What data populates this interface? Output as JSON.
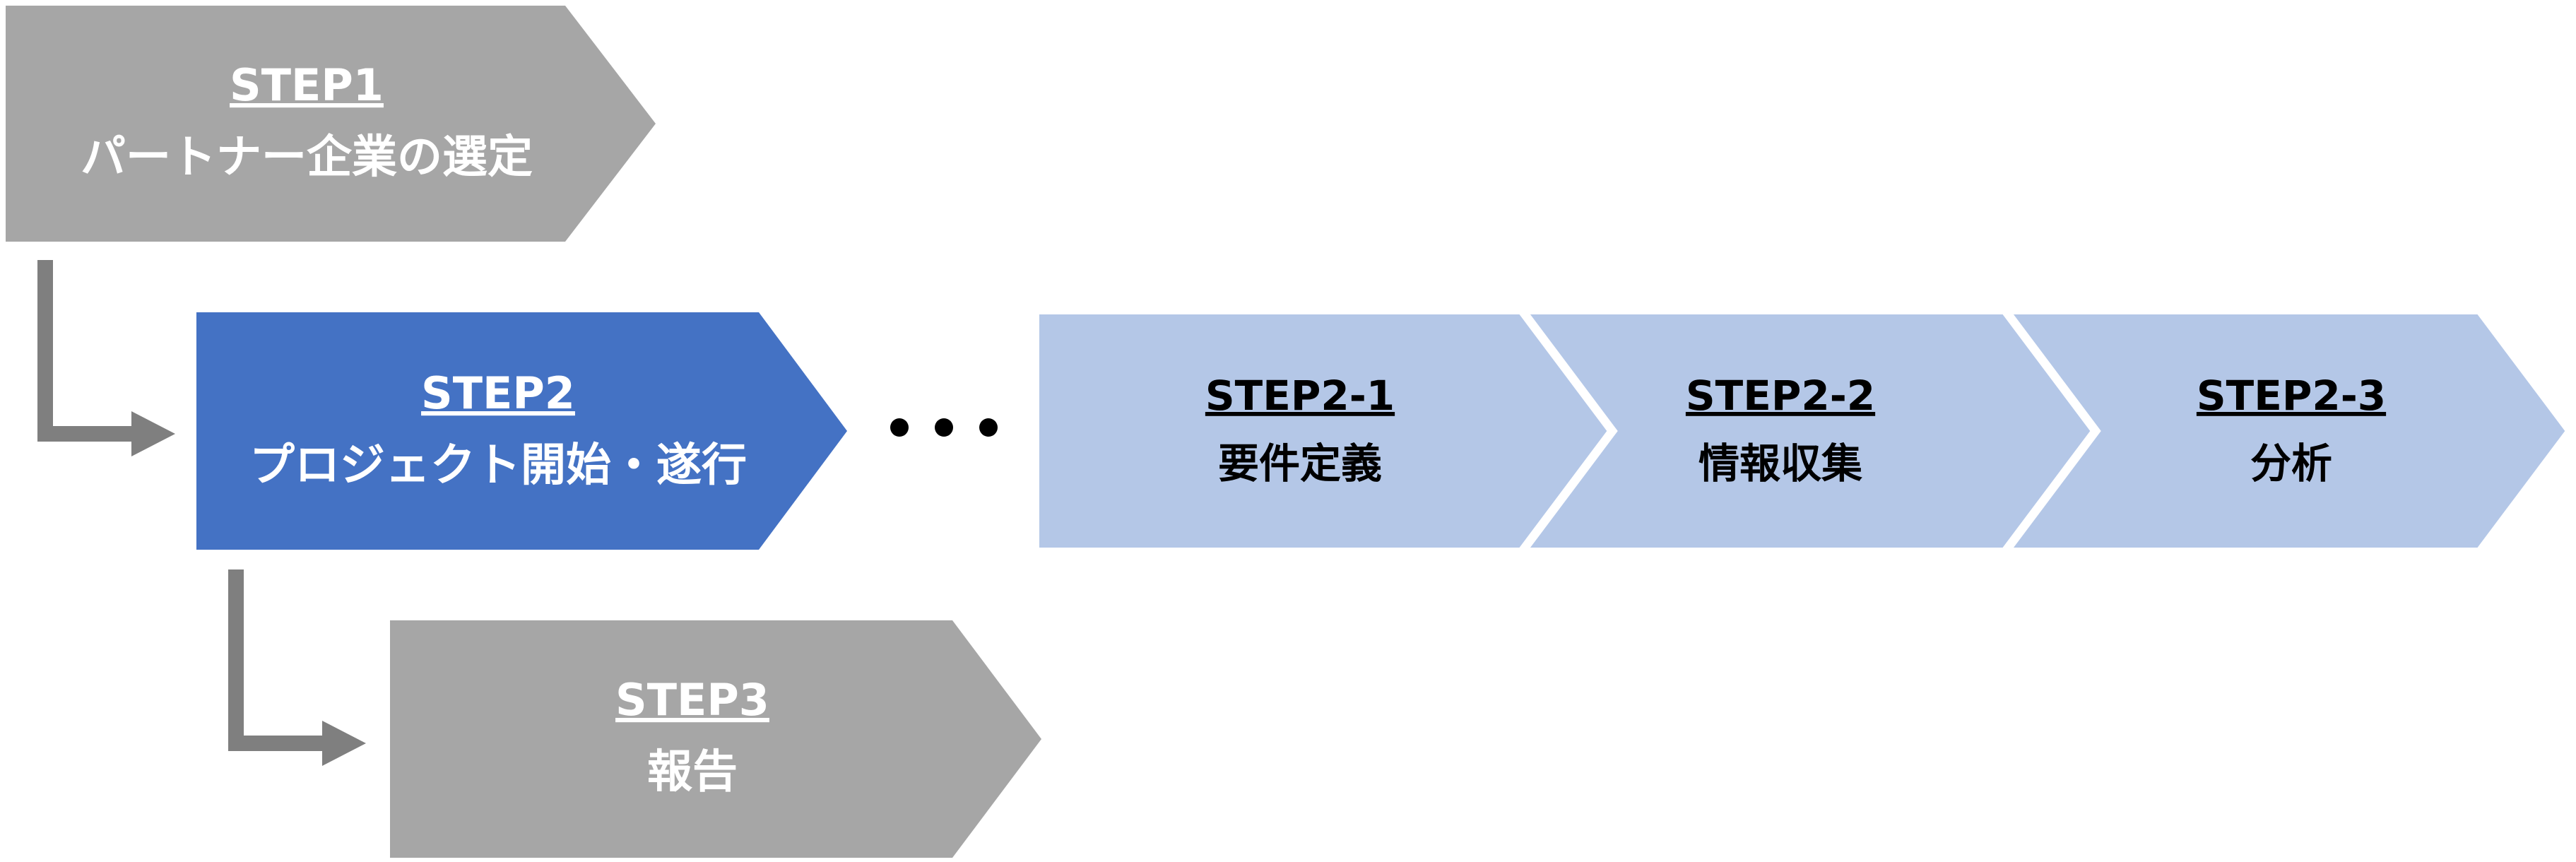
{
  "steps": {
    "step1": {
      "title": "STEP1",
      "subtitle": "パートナー企業の選定"
    },
    "step2": {
      "title": "STEP2",
      "subtitle": "プロジェクト開始・遂行"
    },
    "step3": {
      "title": "STEP3",
      "subtitle": "報告"
    }
  },
  "substeps": {
    "s21": {
      "title": "STEP2-1",
      "subtitle": "要件定義"
    },
    "s22": {
      "title": "STEP2-2",
      "subtitle": "情報収集"
    },
    "s23": {
      "title": "STEP2-3",
      "subtitle": "分析"
    }
  },
  "colors": {
    "gray": "#a6a6a6",
    "blue": "#4472c4",
    "light_blue": "#b4c7e7",
    "arrow_gray": "#7f7f7f",
    "dot": "#000000",
    "white_text": "#ffffff",
    "dark_text": "#000000"
  }
}
